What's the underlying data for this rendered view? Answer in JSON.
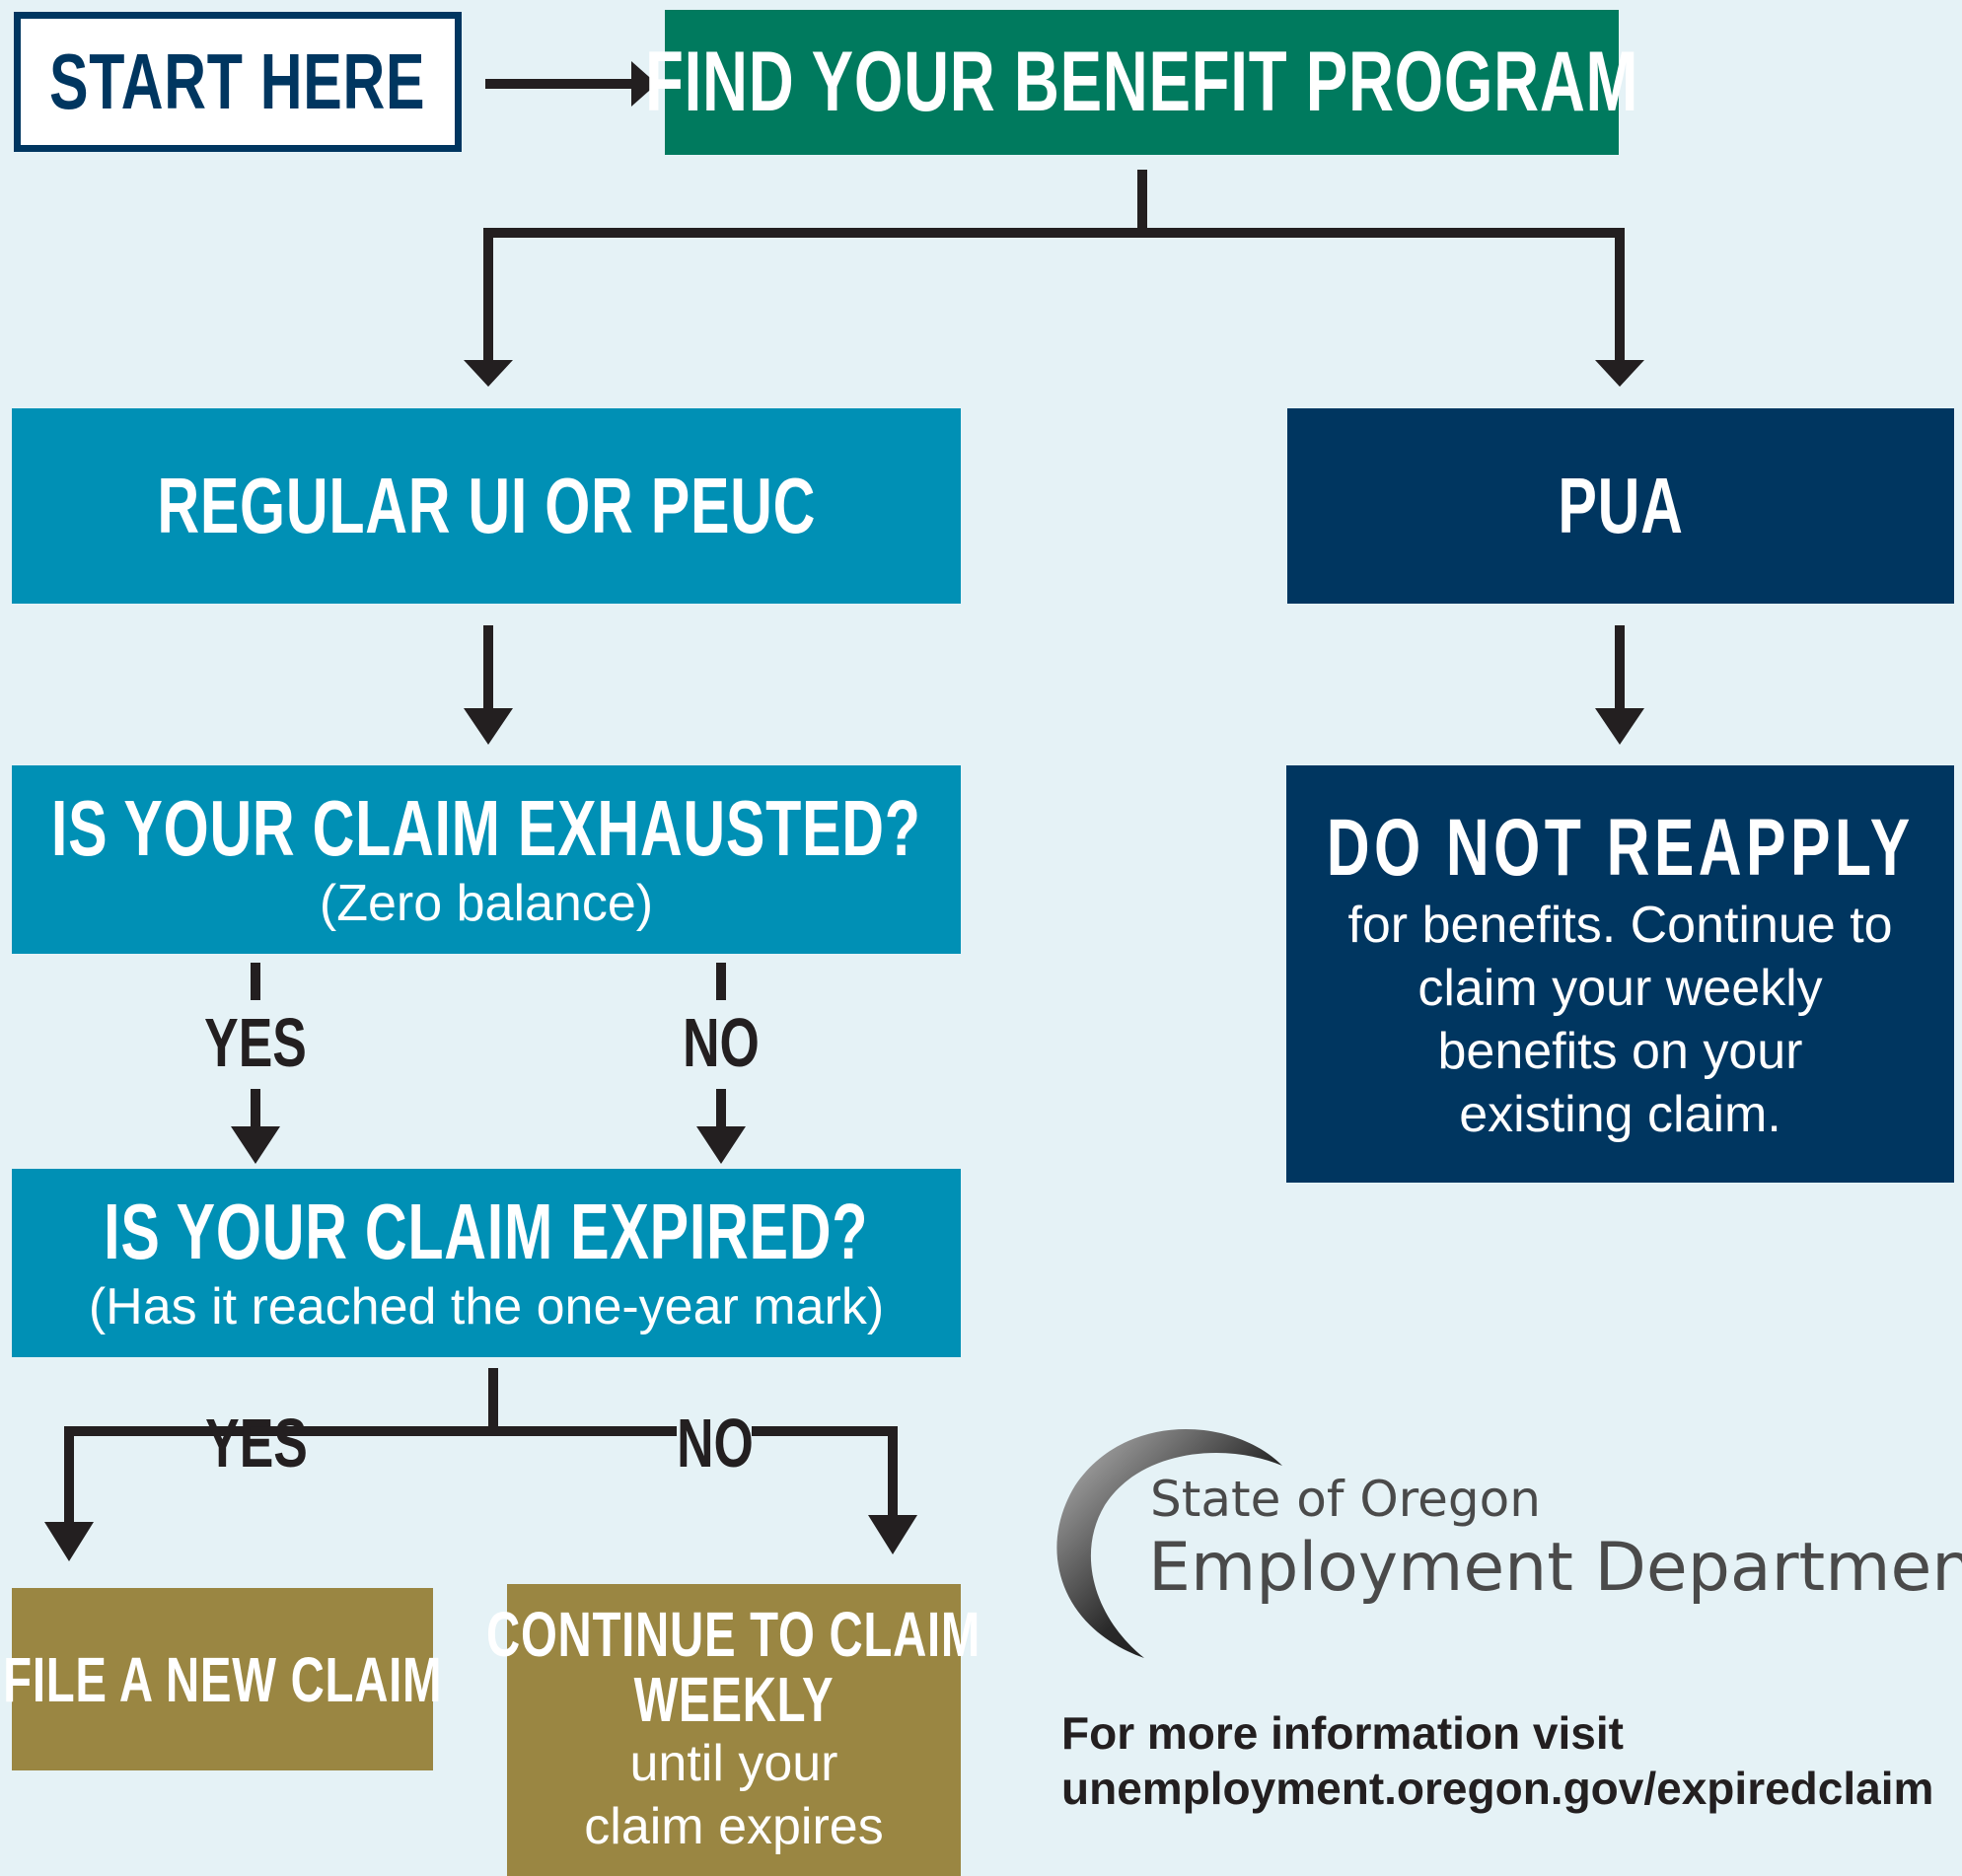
{
  "start": {
    "label": "START HERE"
  },
  "find": {
    "label": "FIND YOUR BENEFIT PROGRAM"
  },
  "regular": {
    "label": "REGULAR UI OR PEUC"
  },
  "pua": {
    "label": "PUA"
  },
  "exhausted": {
    "title": "IS YOUR CLAIM EXHAUSTED?",
    "subtitle": "(Zero balance)"
  },
  "reapply": {
    "title": "DO NOT REAPPLY",
    "lines": [
      "for benefits. Continue to",
      "claim your weekly",
      "benefits on your",
      "existing claim."
    ]
  },
  "expired": {
    "title": "IS YOUR CLAIM EXPIRED?",
    "subtitle": "(Has it reached the one-year mark)"
  },
  "branch_labels": {
    "yes_1": "YES",
    "no_1": "NO",
    "yes_2": "YES",
    "no_2": "NO"
  },
  "file_new": {
    "label": "FILE A NEW CLAIM"
  },
  "continue": {
    "title_line1": "CONTINUE TO CLAIM",
    "title_line2": "WEEKLY",
    "line1": "until your",
    "line2": "claim expires"
  },
  "logo": {
    "line1": "State of Oregon",
    "line2": "Employment Department"
  },
  "footer": {
    "line1": "For more information visit",
    "line2": "unemployment.oregon.gov/expiredclaim"
  },
  "colors": {
    "background": "#e5f2f6",
    "green": "#007a5e",
    "teal": "#0090b5",
    "navy": "#003660",
    "gold": "#9a8642",
    "arrow": "#231f20"
  }
}
